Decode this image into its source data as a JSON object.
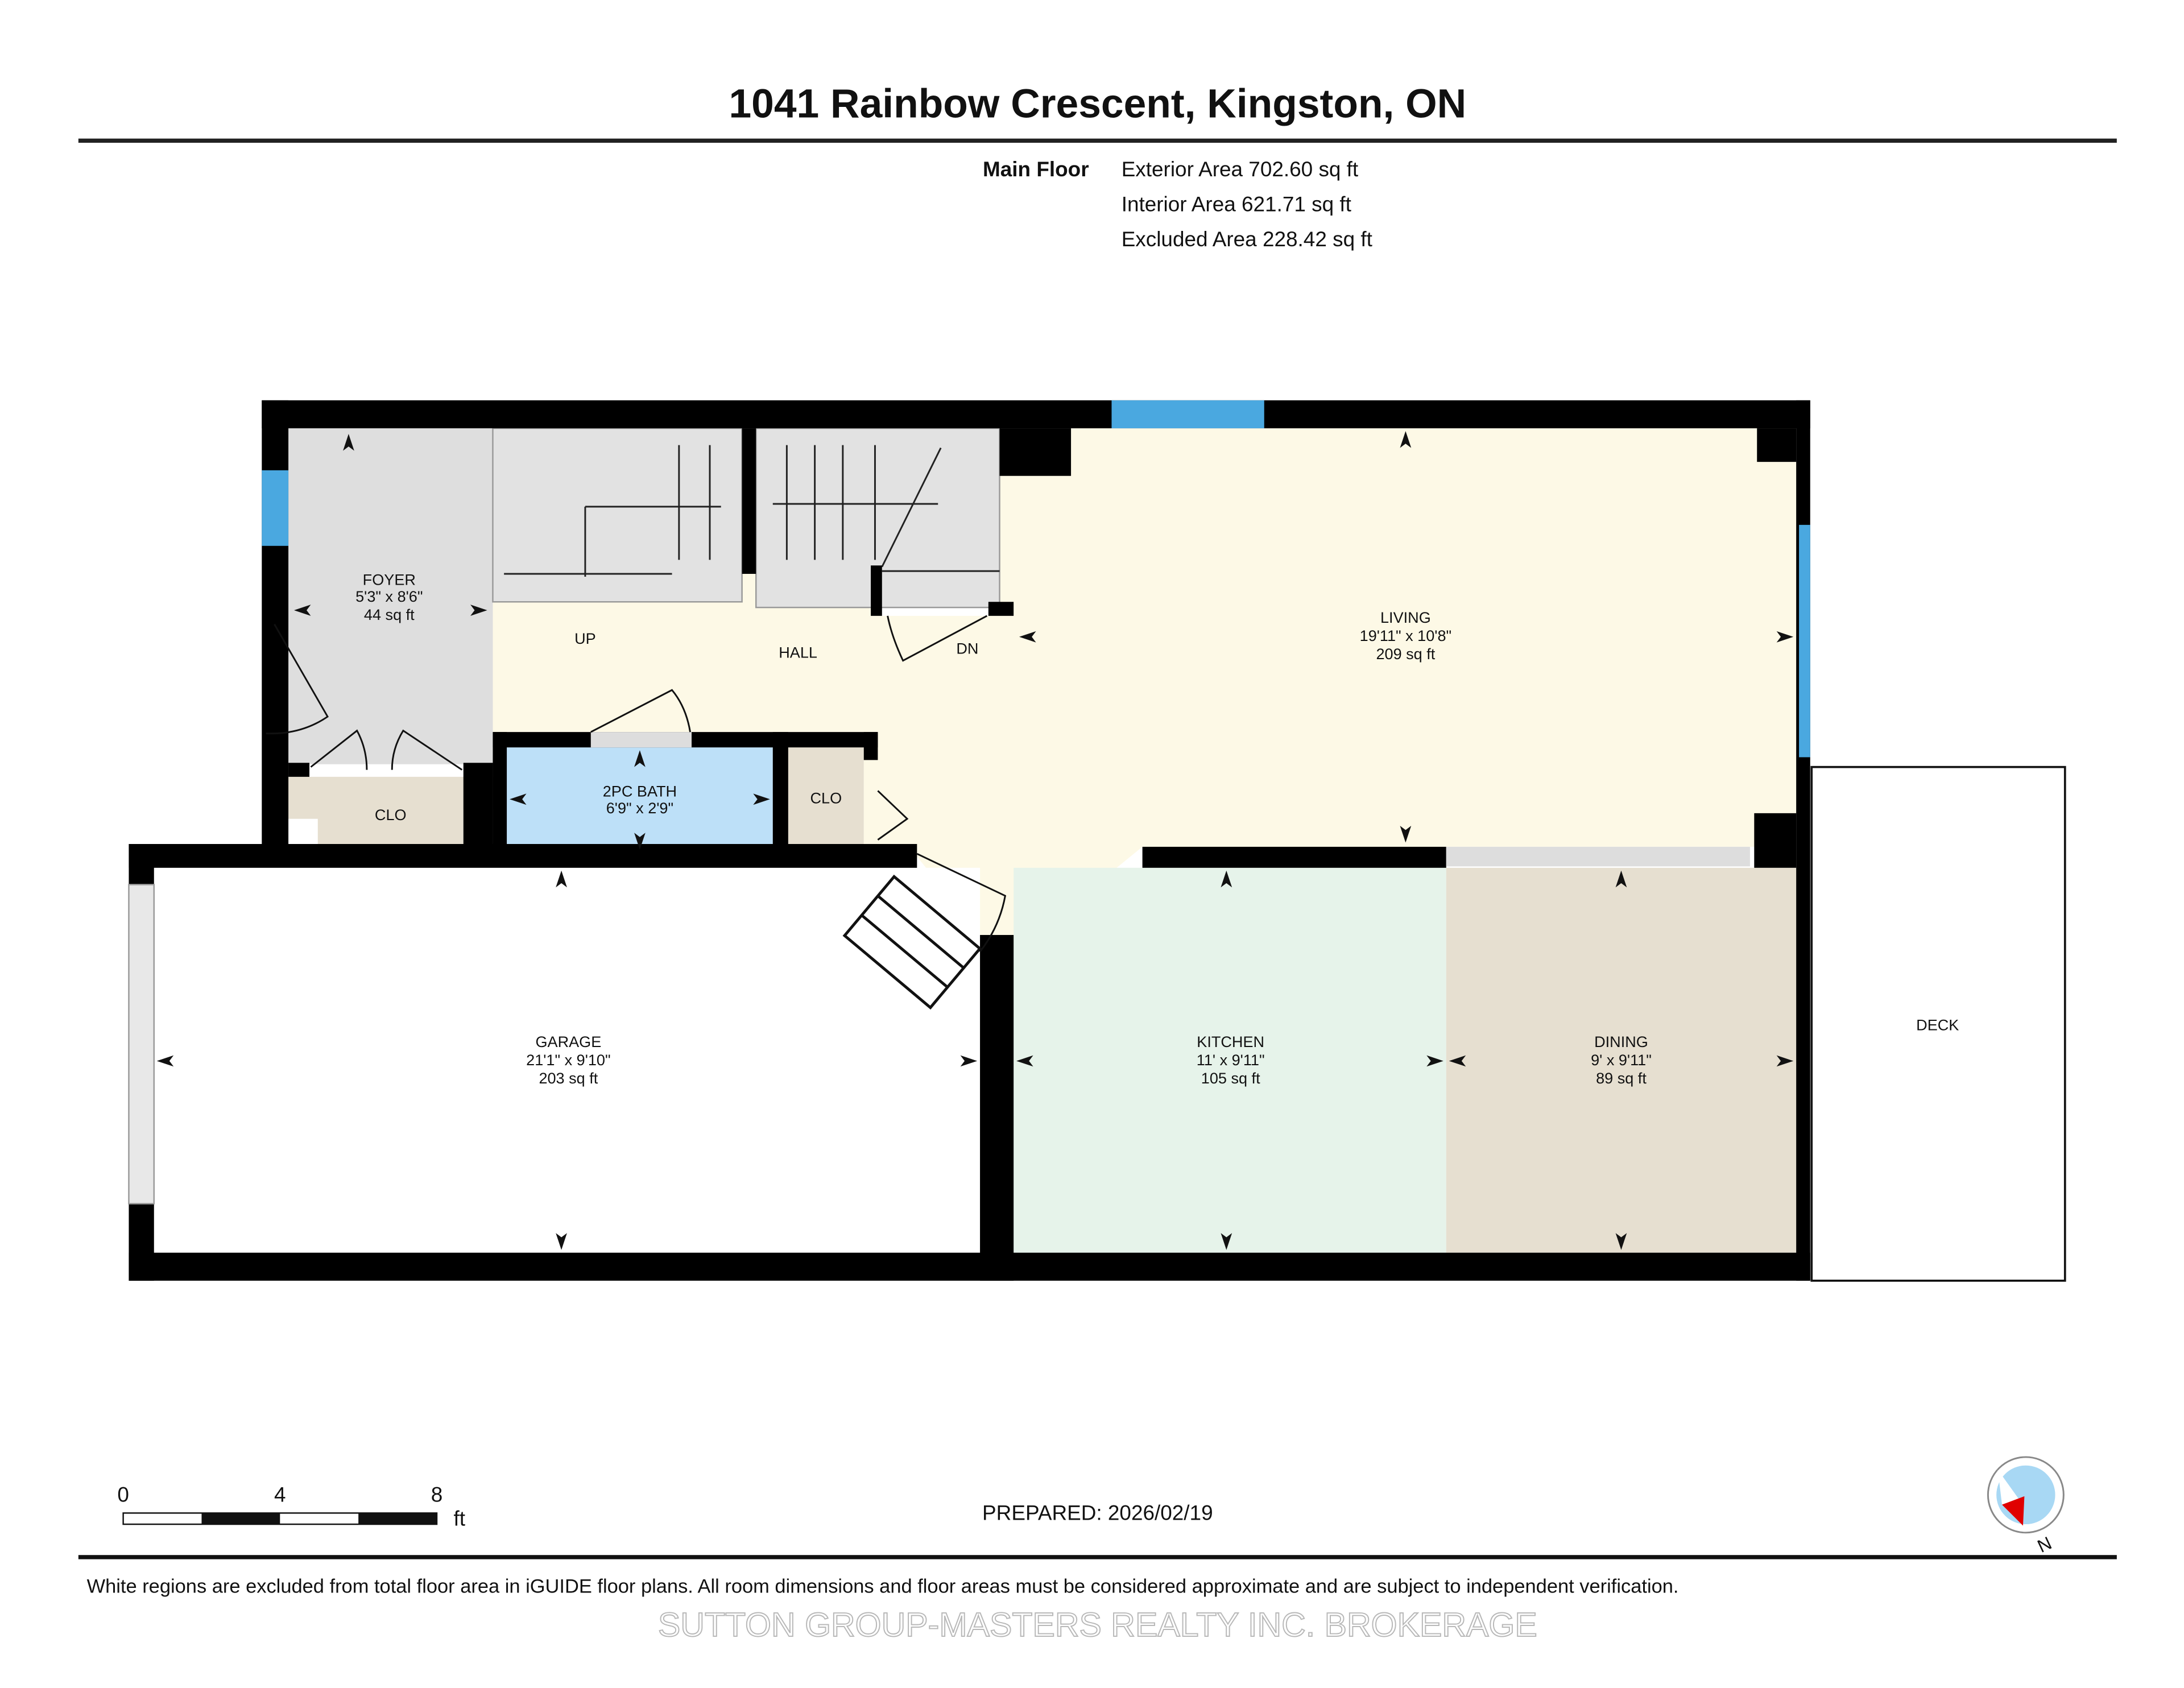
{
  "header": {
    "title": "1041 Rainbow Crescent, Kingston, ON",
    "floor_name": "Main Floor",
    "areas": [
      "Exterior Area 702.60 sq ft",
      "Interior Area 621.71 sq ft",
      "Excluded Area 228.42 sq ft"
    ]
  },
  "rooms": {
    "foyer": {
      "name": "FOYER",
      "dims": "5'3\" x 8'6\"",
      "area": "44 sq ft"
    },
    "hall": {
      "name": "HALL",
      "up": "UP",
      "dn": "DN"
    },
    "living": {
      "name": "LIVING",
      "dims": "19'11\" x 10'8\"",
      "area": "209 sq ft"
    },
    "bath": {
      "name": "2PC BATH",
      "dims": "6'9\" x 2'9\""
    },
    "clo1": {
      "name": "CLO"
    },
    "clo2": {
      "name": "CLO"
    },
    "garage": {
      "name": "GARAGE",
      "dims": "21'1\" x 9'10\"",
      "area": "203 sq ft"
    },
    "kitchen": {
      "name": "KITCHEN",
      "dims": "11' x 9'11\"",
      "area": "105 sq ft"
    },
    "dining": {
      "name": "DINING",
      "dims": "9' x 9'11\"",
      "area": "89 sq ft"
    },
    "deck": {
      "name": "DECK"
    }
  },
  "scale_bar": {
    "ticks": [
      "0",
      "4",
      "8"
    ],
    "unit": "ft"
  },
  "prepared": "PREPARED: 2026/02/19",
  "compass": {
    "label": "N"
  },
  "disclaimer": "White regions are excluded from total floor area in iGUIDE floor plans. All room dimensions and floor areas must be considered approximate and are subject to independent verification.",
  "watermark": "SUTTON GROUP-MASTERS REALTY INC. BROKERAGE",
  "colors": {
    "wall": "#000000",
    "window": "#4aa8e0",
    "living": "#fdf9e6",
    "foyer": "#dedede",
    "bath": "#bde0f8",
    "kitchen": "#e6f3ea",
    "dining": "#e6dfd0",
    "closet": "#e6dfd0",
    "compass_needle": "#e00000"
  }
}
